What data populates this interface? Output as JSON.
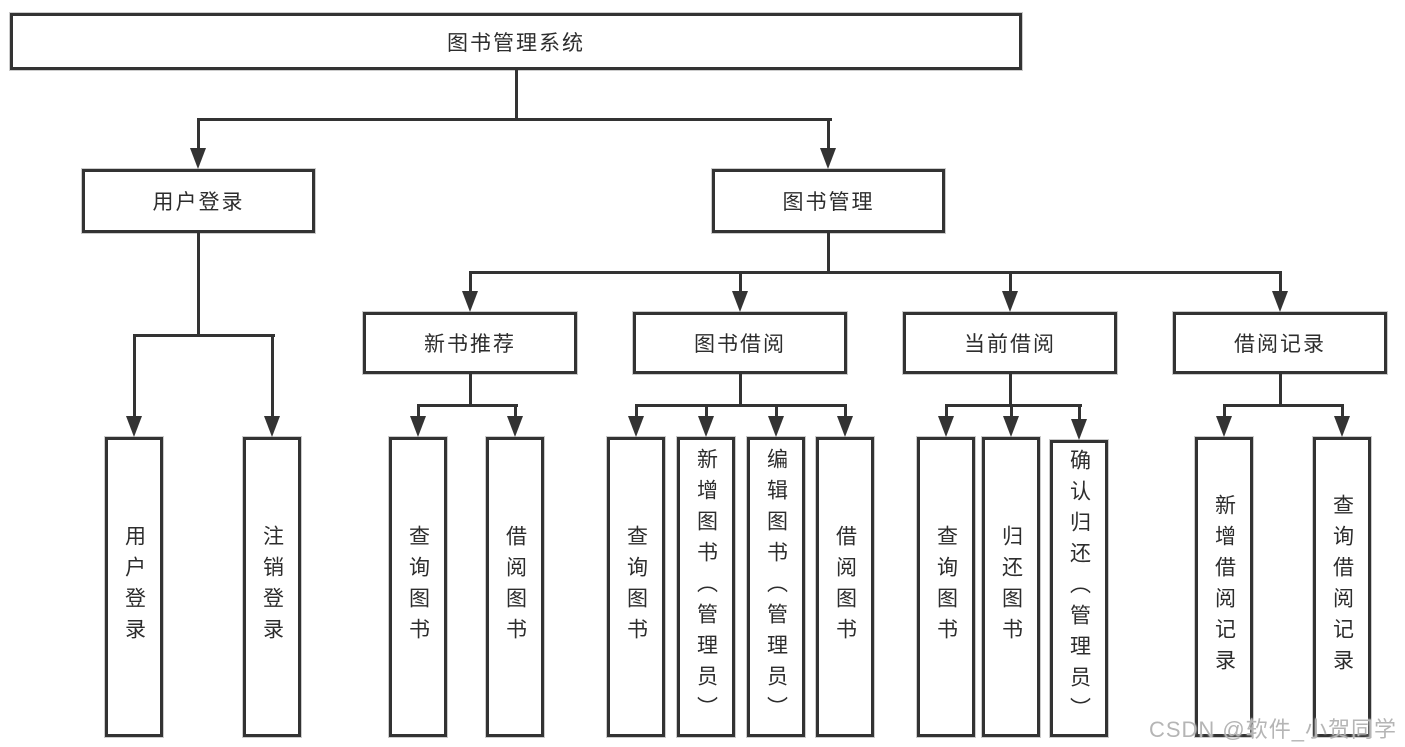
{
  "title": "图书管理系统",
  "diagram_type": "hierarchy-tree",
  "nodes": {
    "root": "图书管理系统",
    "user_login_branch": "用户登录",
    "book_mgmt_branch": "图书管理",
    "new_book_rec": "新书推荐",
    "book_borrow": "图书借阅",
    "current_borrow": "当前借阅",
    "borrow_record": "借阅记录",
    "user_login": "用户登录",
    "logout": "注销登录",
    "rec_query_book": "查询图书",
    "rec_borrow_book": "借阅图书",
    "borrow_query_book": "查询图书",
    "borrow_add_book": "新增图书（管理员）",
    "borrow_edit_book": "编辑图书（管理员）",
    "borrow_borrow_book": "借阅图书",
    "cur_query_book": "查询图书",
    "cur_return_book": "归还图书",
    "cur_confirm_return": "确认归还（管理员）",
    "record_add": "新增借阅记录",
    "record_query": "查询借阅记录"
  },
  "hierarchy": {
    "图书管理系统": {
      "用户登录": [
        "用户登录",
        "注销登录"
      ],
      "图书管理": {
        "新书推荐": [
          "查询图书",
          "借阅图书"
        ],
        "图书借阅": [
          "查询图书",
          "新增图书（管理员）",
          "编辑图书（管理员）",
          "借阅图书"
        ],
        "当前借阅": [
          "查询图书",
          "归还图书",
          "确认归还（管理员）"
        ],
        "借阅记录": [
          "新增借阅记录",
          "查询借阅记录"
        ]
      }
    }
  },
  "watermark": "CSDN @软件_小贺同学",
  "colors": {
    "line": "#333333",
    "box_border": "#333333",
    "text": "#2d2d2d",
    "watermark": "#b5b5b5",
    "background": "#ffffff"
  }
}
